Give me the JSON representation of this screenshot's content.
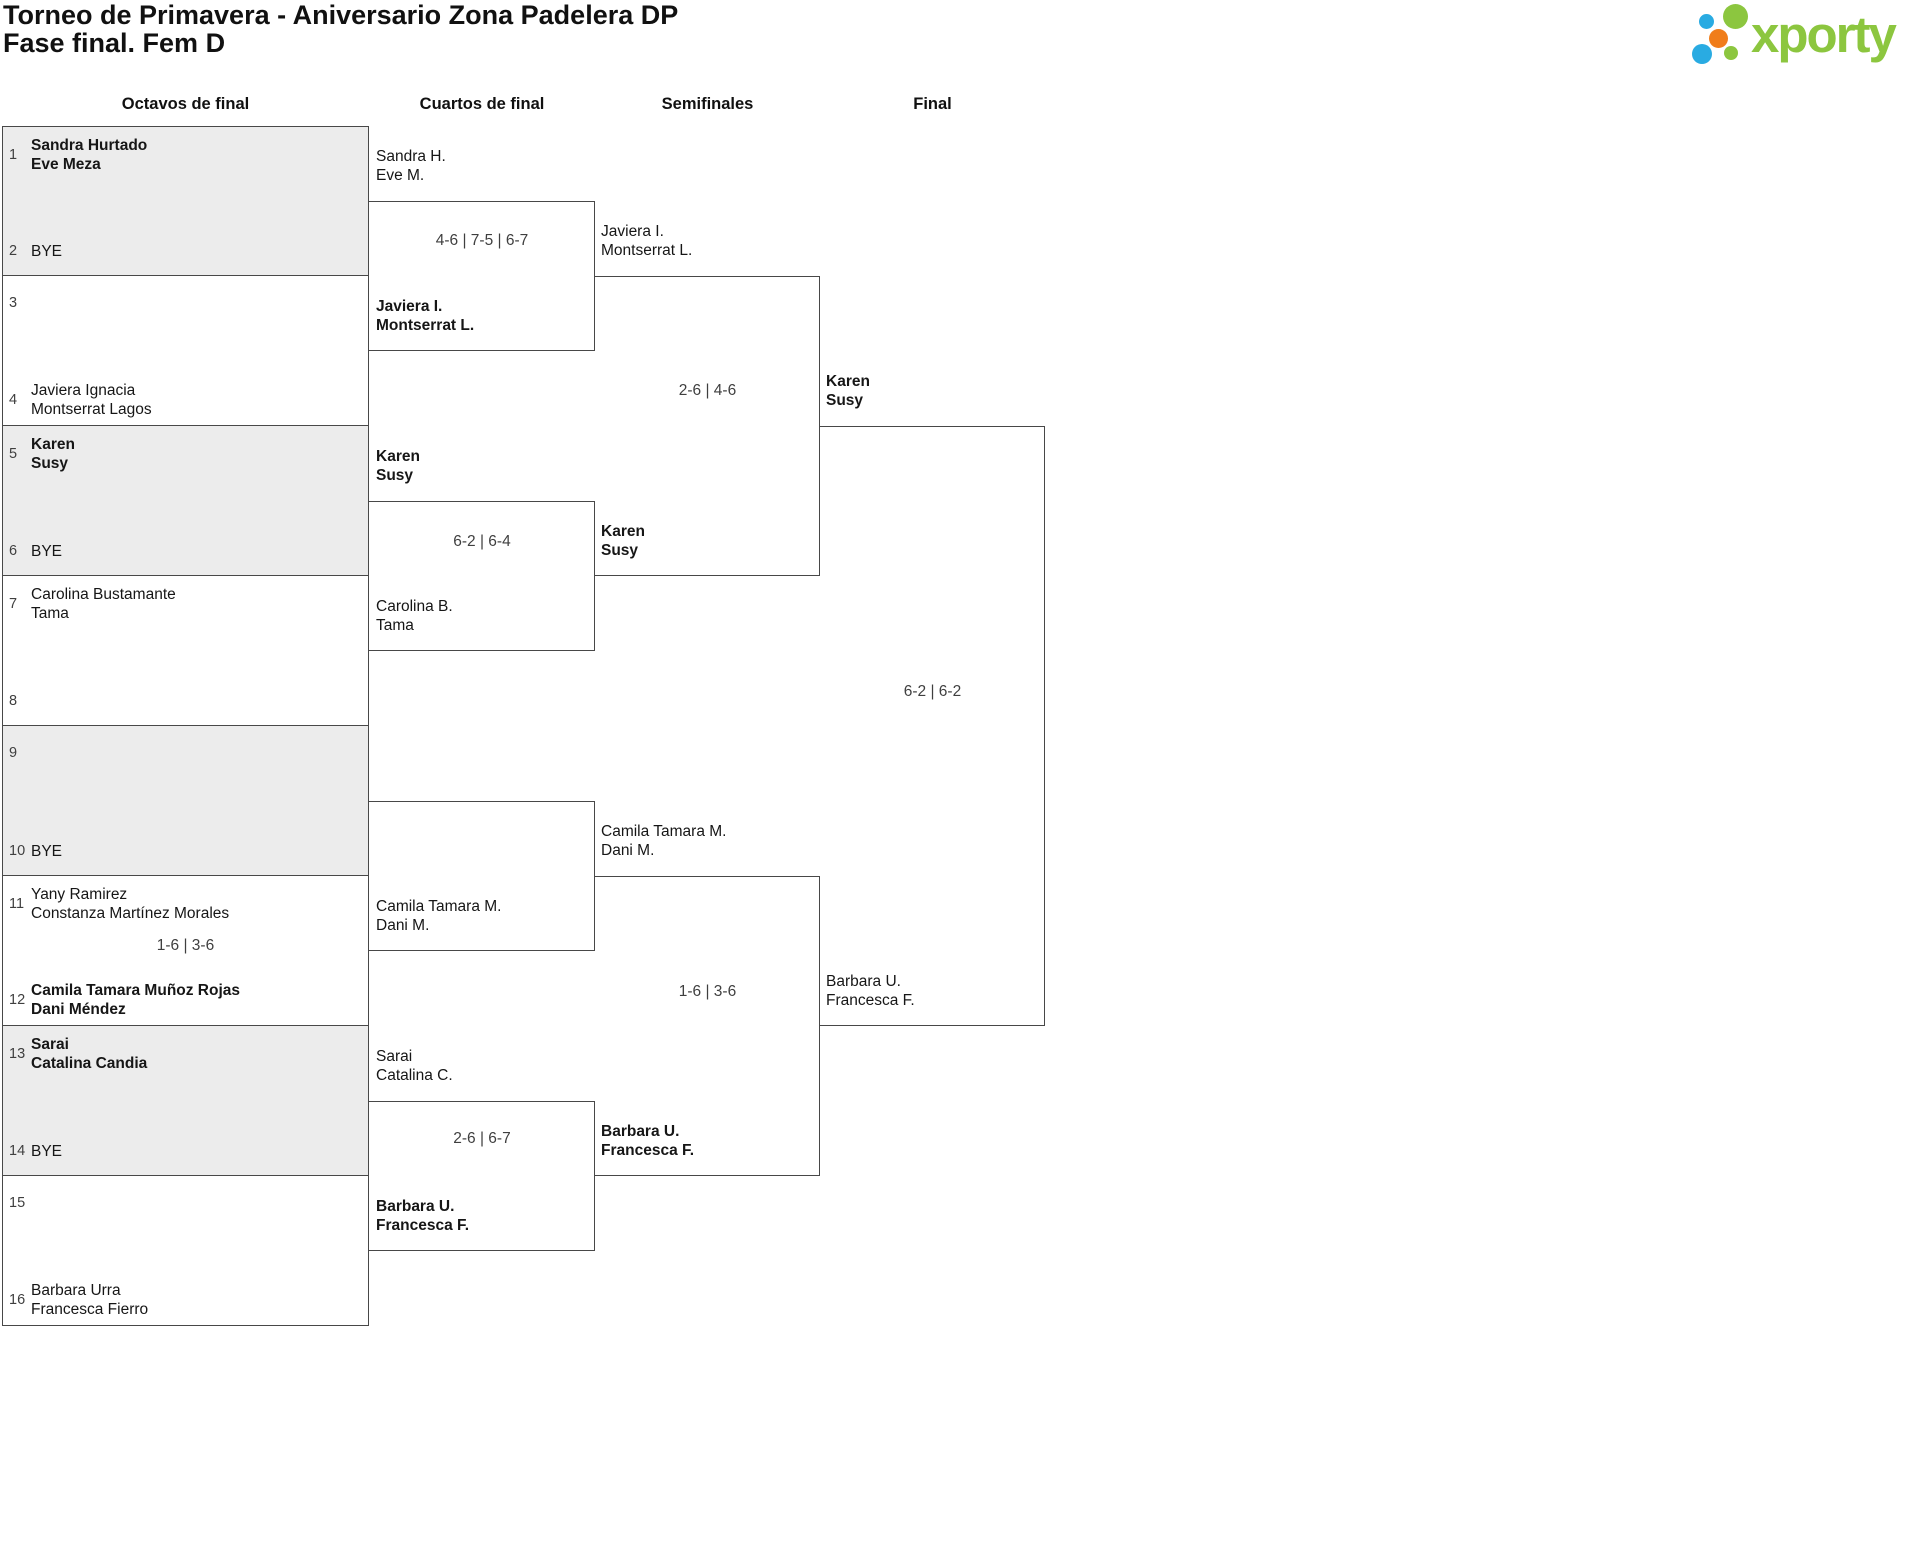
{
  "header": {
    "title_line1": "Torneo de Primavera - Aniversario Zona Padelera DP",
    "title_line2": "Fase final. Fem D",
    "logo_text": "xporty",
    "brand_colors": {
      "green": "#8CC63F",
      "blue": "#29ABE2",
      "orange": "#F07D1A"
    }
  },
  "columns": [
    "Octavos de final",
    "Cuartos de final",
    "Semifinales",
    "Final"
  ],
  "round1": [
    {
      "top": {
        "seed": "1",
        "lines": [
          "Sandra Hurtado",
          "Eve Meza"
        ],
        "winner": true
      },
      "bottom": {
        "seed": "2",
        "lines": [
          "BYE"
        ]
      }
    },
    {
      "top": {
        "seed": "3",
        "lines": []
      },
      "bottom": {
        "seed": "4",
        "lines": [
          "Javiera Ignacia",
          "Montserrat Lagos"
        ]
      }
    },
    {
      "top": {
        "seed": "5",
        "lines": [
          "Karen",
          "Susy"
        ],
        "winner": true
      },
      "bottom": {
        "seed": "6",
        "lines": [
          "BYE"
        ]
      }
    },
    {
      "top": {
        "seed": "7",
        "lines": [
          "Carolina Bustamante",
          "Tama"
        ]
      },
      "bottom": {
        "seed": "8",
        "lines": []
      }
    },
    {
      "top": {
        "seed": "9",
        "lines": []
      },
      "bottom": {
        "seed": "10",
        "lines": [
          "BYE"
        ]
      }
    },
    {
      "top": {
        "seed": "11",
        "lines": [
          "Yany Ramirez",
          "Constanza Martínez Morales"
        ]
      },
      "score": "1-6 | 3-6",
      "bottom": {
        "seed": "12",
        "lines": [
          "Camila Tamara Muñoz Rojas",
          "Dani Méndez"
        ],
        "winner": true
      }
    },
    {
      "top": {
        "seed": "13",
        "lines": [
          "Sarai",
          "Catalina Candia"
        ],
        "winner": true
      },
      "bottom": {
        "seed": "14",
        "lines": [
          "BYE"
        ]
      }
    },
    {
      "top": {
        "seed": "15",
        "lines": []
      },
      "bottom": {
        "seed": "16",
        "lines": [
          "Barbara Urra",
          "Francesca Fierro"
        ]
      }
    }
  ],
  "round2": [
    {
      "team1": {
        "lines": [
          "Sandra H.",
          "Eve M."
        ]
      },
      "score": "4-6 | 7-5 | 6-7",
      "team2": {
        "lines": [
          "Javiera I.",
          "Montserrat L."
        ],
        "winner": true
      }
    },
    {
      "team1": {
        "lines": [
          "Karen",
          "Susy"
        ],
        "winner": true
      },
      "score": "6-2 | 6-4",
      "team2": {
        "lines": [
          "Carolina B.",
          "Tama"
        ]
      }
    },
    {
      "team1": {
        "lines": []
      },
      "score": "",
      "team2": {
        "lines": [
          "Camila Tamara M.",
          "Dani M."
        ]
      }
    },
    {
      "team1": {
        "lines": [
          "Sarai",
          "Catalina C."
        ]
      },
      "score": "2-6 | 6-7",
      "team2": {
        "lines": [
          "Barbara U.",
          "Francesca F."
        ],
        "winner": true
      }
    }
  ],
  "round3": [
    {
      "team1": {
        "lines": [
          "Javiera I.",
          "Montserrat L."
        ]
      },
      "score": "2-6 | 4-6",
      "team2": {
        "lines": [
          "Karen",
          "Susy"
        ],
        "winner": true
      }
    },
    {
      "team1": {
        "lines": [
          "Camila Tamara M.",
          "Dani M."
        ]
      },
      "score": "1-6 | 3-6",
      "team2": {
        "lines": [
          "Barbara U.",
          "Francesca F."
        ],
        "winner": true
      }
    }
  ],
  "round4": [
    {
      "team1": {
        "lines": [
          "Karen",
          "Susy"
        ],
        "winner": true
      },
      "score": "6-2 | 6-2",
      "team2": {
        "lines": [
          "Barbara U.",
          "Francesca F."
        ]
      }
    }
  ]
}
